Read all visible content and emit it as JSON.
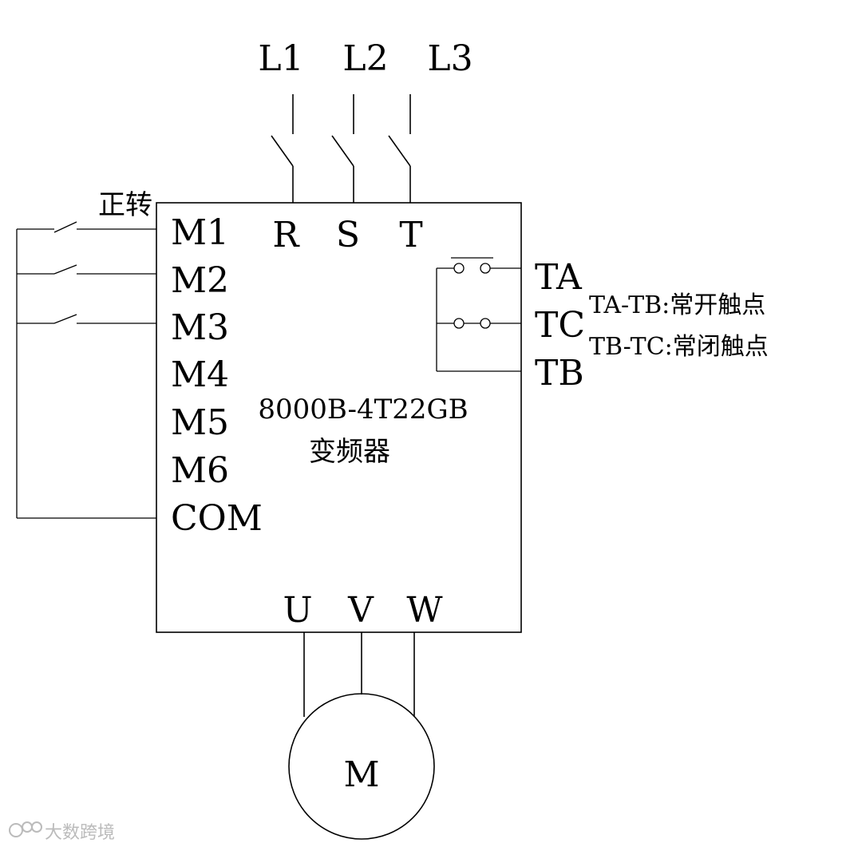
{
  "mains": {
    "l1": "L1",
    "l2": "L2",
    "l3": "L3"
  },
  "inverter": {
    "model": "8000B-4T22GB",
    "name": "变频器",
    "inputs": {
      "r": "R",
      "s": "S",
      "t": "T"
    },
    "outputs": {
      "u": "U",
      "v": "V",
      "w": "W"
    },
    "control_terminals": [
      "M1",
      "M2",
      "M3",
      "M4",
      "M5",
      "M6",
      "COM"
    ],
    "relay_terminals": {
      "ta": "TA",
      "tc": "TC",
      "tb": "TB"
    }
  },
  "forward_label": "正转",
  "relay_notes": {
    "ta_tb": "TA-TB:常开触点",
    "tb_tc": "TB-TC:常闭触点"
  },
  "motor": {
    "label": "M"
  },
  "watermark": "大数跨境"
}
